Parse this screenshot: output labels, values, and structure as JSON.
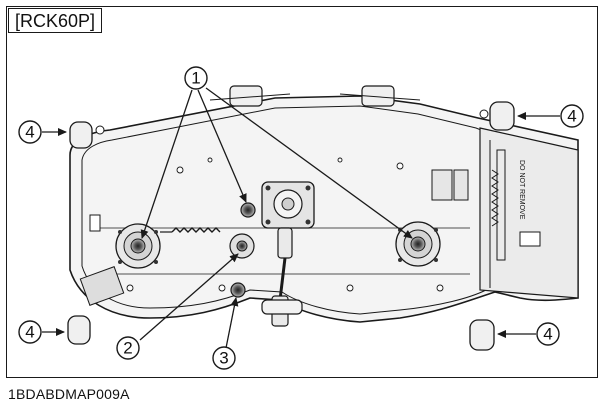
{
  "model_tag": "[RCK60P]",
  "figure_id": "1BDABDMAP009A",
  "deck_label": "DO NOT REMOVE",
  "callouts": {
    "blade_bolts": "1",
    "tension_pulley": "2",
    "idler_bolt": "3",
    "gauge_wheel_front_left": "4",
    "gauge_wheel_front_right": "4",
    "gauge_wheel_rear_left": "4",
    "gauge_wheel_rear_right": "4"
  },
  "colors": {
    "line": "#1a1a1a",
    "deck_fill": "#f4f4f4",
    "background": "#ffffff"
  }
}
